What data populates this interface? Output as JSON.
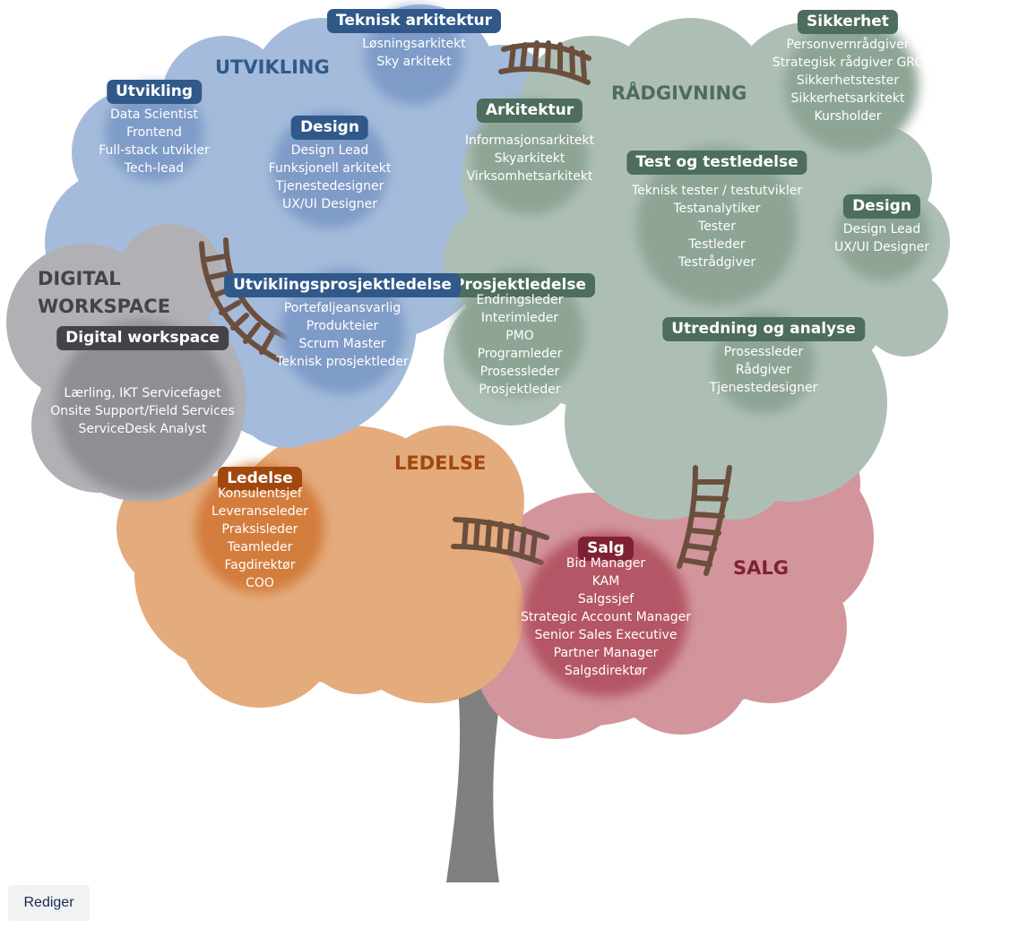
{
  "areas": {
    "utvikling": "UTVIKLING",
    "radgivning": "RÅDGIVNING",
    "digital_1": "DIGITAL",
    "digital_2": "WORKSPACE",
    "ledelse": "LEDELSE",
    "salg": "SALG"
  },
  "groups": {
    "teknisk_arkitektur": {
      "title": "Teknisk arkitektur",
      "roles": [
        "Løsningsarkitekt",
        "Sky arkitekt"
      ]
    },
    "utvikling": {
      "title": "Utvikling",
      "roles": [
        "Data Scientist",
        "Frontend",
        "Full-stack utvikler",
        "Tech-lead"
      ]
    },
    "design_utv": {
      "title": "Design",
      "roles": [
        "Design Lead",
        "Funksjonell arkitekt",
        "Tjenestedesigner",
        "UX/UI Designer"
      ]
    },
    "arkitektur": {
      "title": "Arkitektur",
      "roles": [
        "Informasjonsarkitekt",
        "Skyarkitekt",
        "Virksomhetsarkitekt"
      ]
    },
    "sikkerhet": {
      "title": "Sikkerhet",
      "roles": [
        "Personvernrådgiver",
        "Strategisk rådgiver GRC",
        "Sikkerhetstester",
        "Sikkerhetsarkitekt",
        "Kursholder"
      ]
    },
    "test": {
      "title": "Test og testledelse",
      "roles": [
        "Teknisk tester / testutvikler",
        "Testanalytiker",
        "Tester",
        "Testleder",
        "Testrådgiver"
      ]
    },
    "design_rad": {
      "title": "Design",
      "roles": [
        "Design Lead",
        "UX/UI Designer"
      ]
    },
    "utviklingsprosjektledelse": {
      "title": "Utviklingsprosjektledelse",
      "roles": [
        "Porteføljeansvarlig",
        "Produkteier",
        "Scrum Master",
        "Teknisk prosjektleder"
      ]
    },
    "prosjektledelse": {
      "title": "Prosjektledelse",
      "roles": [
        "Endringsleder",
        "Interimleder",
        "PMO",
        "Programleder",
        "Prosessleder",
        "Prosjektleder"
      ]
    },
    "utredning": {
      "title": "Utredning og analyse",
      "roles": [
        "Prosessleder",
        "Rådgiver",
        "Tjenestedesigner"
      ]
    },
    "digital_workspace": {
      "title": "Digital workspace",
      "roles": [
        "Lærling, IKT Servicefaget",
        "Onsite Support/Field Services",
        "ServiceDesk Analyst"
      ]
    },
    "ledelse": {
      "title": "Ledelse",
      "roles": [
        "Konsulentsjef",
        "Leveranseleder",
        "Praksisleder",
        "Teamleder",
        "Fagdirektør",
        "COO"
      ]
    },
    "salg": {
      "title": "Salg",
      "roles": [
        "Bid Manager",
        "KAM",
        "Salgssjef",
        "Strategic Account Manager",
        "Senior Sales Executive",
        "Partner Manager",
        "Salgsdirektør"
      ]
    }
  },
  "edit_button": "Rediger",
  "colors": {
    "utvikling_cloud": "#a4bbdb",
    "radgivning_cloud": "#adbfb5",
    "ledelse_cloud": "#e4ab7d",
    "salg_cloud": "#d3959c",
    "digital_cloud": "#b1b0b4",
    "utvikling_title": "#30598a",
    "radgivning_title": "#4d6d5d",
    "ledelse_title": "#a1480f",
    "salg_title": "#7f2135",
    "digital_title": "#444448",
    "ladder": "#6b4f3c",
    "trunk": "#808080"
  },
  "icons": {
    "ladder": "ladder-icon",
    "tree": "tree-trunk-icon"
  }
}
